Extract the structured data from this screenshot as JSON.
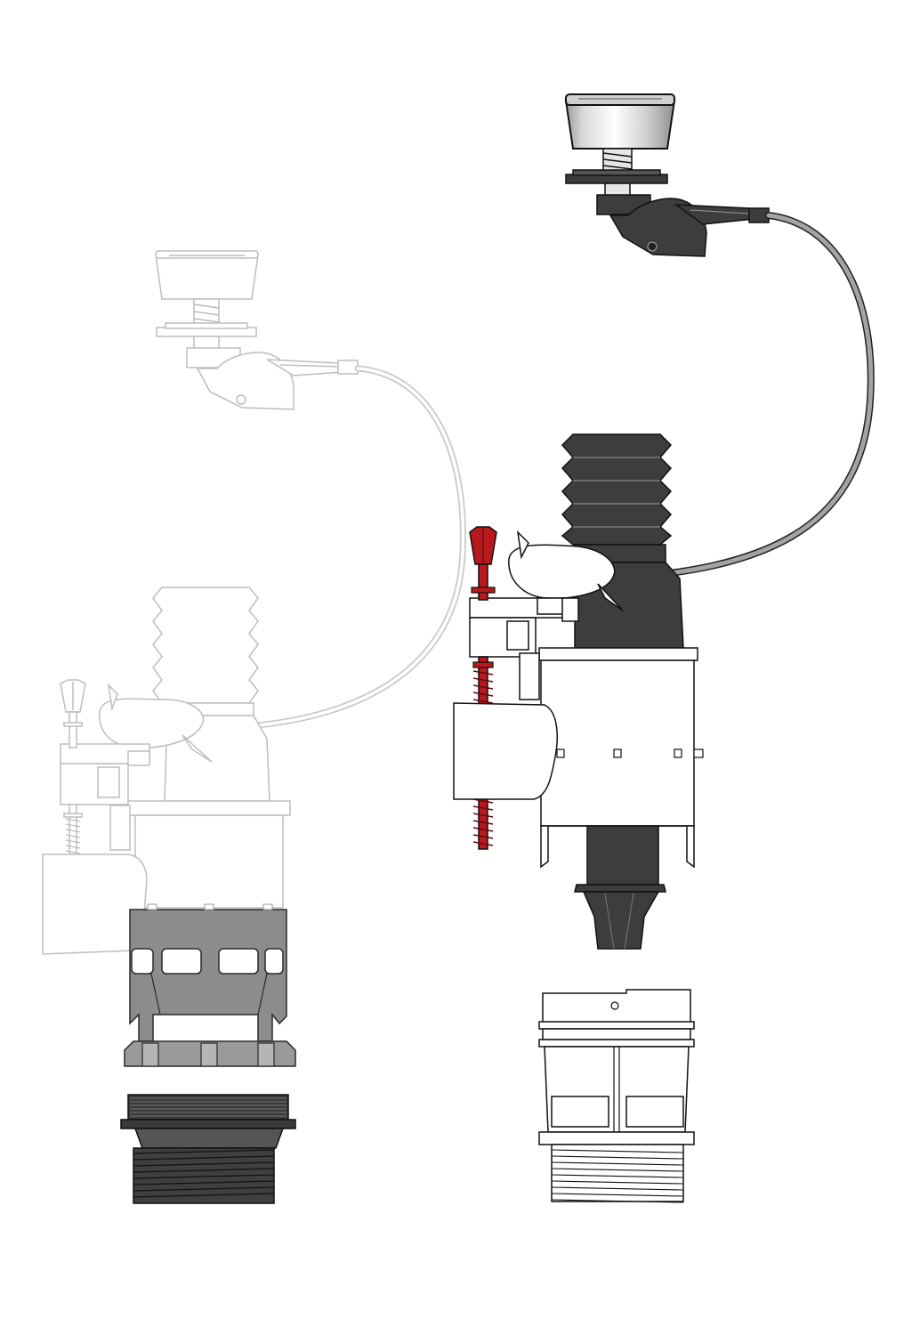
{
  "diagram": {
    "left_assembly": {
      "state": "ghosted",
      "components": [
        "push-button",
        "button-gasket",
        "cable-actuator",
        "bowden-cable",
        "bellows",
        "float",
        "adjustment-screw",
        "valve-body",
        "cage",
        "locking-ring",
        "threaded-nut"
      ]
    },
    "right_assembly": {
      "state": "highlighted",
      "components": [
        "push-button",
        "button-gasket",
        "cable-actuator",
        "bowden-cable",
        "bellows",
        "float",
        "adjustment-screw",
        "valve-body",
        "seal",
        "threaded-adapter"
      ]
    }
  },
  "colors": {
    "background": "#ffffff",
    "ghost_stroke": "#bdbdbd",
    "ghost_fill": "#ffffff",
    "dark_part": "#3d3d3d",
    "mid_part": "#8c8c8c",
    "outline": "#111111",
    "screw_red": "#b8191c",
    "cable": "#9a9a9a"
  }
}
